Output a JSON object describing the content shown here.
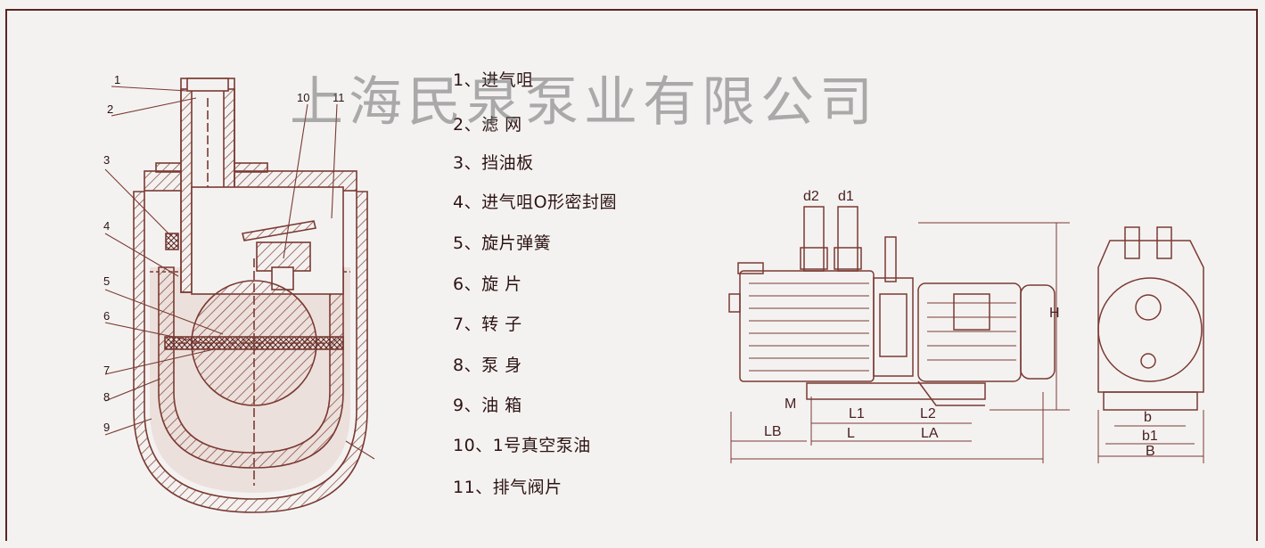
{
  "watermark": "上海民泉泵业有限公司",
  "legend": [
    "1、进气咀",
    "2、滤  网",
    "3、挡油板",
    "4、进气咀O形密封圈",
    "5、旋片弹簧",
    "6、旋  片",
    "7、转  子",
    "8、泵  身",
    "9、油  箱",
    "10、1号真空泵油",
    "11、排气阀片"
  ],
  "callouts": [
    "1",
    "2",
    "3",
    "4",
    "5",
    "6",
    "7",
    "8",
    "9",
    "10",
    "11"
  ],
  "dimensions": {
    "d2": "d2",
    "d1": "d1",
    "H": "H",
    "M": "M",
    "L1": "L1",
    "L2": "L2",
    "LB": "LB",
    "L": "L",
    "LA": "LA",
    "b": "b",
    "b1": "b1",
    "B": "B"
  },
  "colors": {
    "line": "#7a3a32",
    "hatch": "#8a4a40",
    "oil": "#c9a9a0",
    "frame": "#5a2522"
  }
}
